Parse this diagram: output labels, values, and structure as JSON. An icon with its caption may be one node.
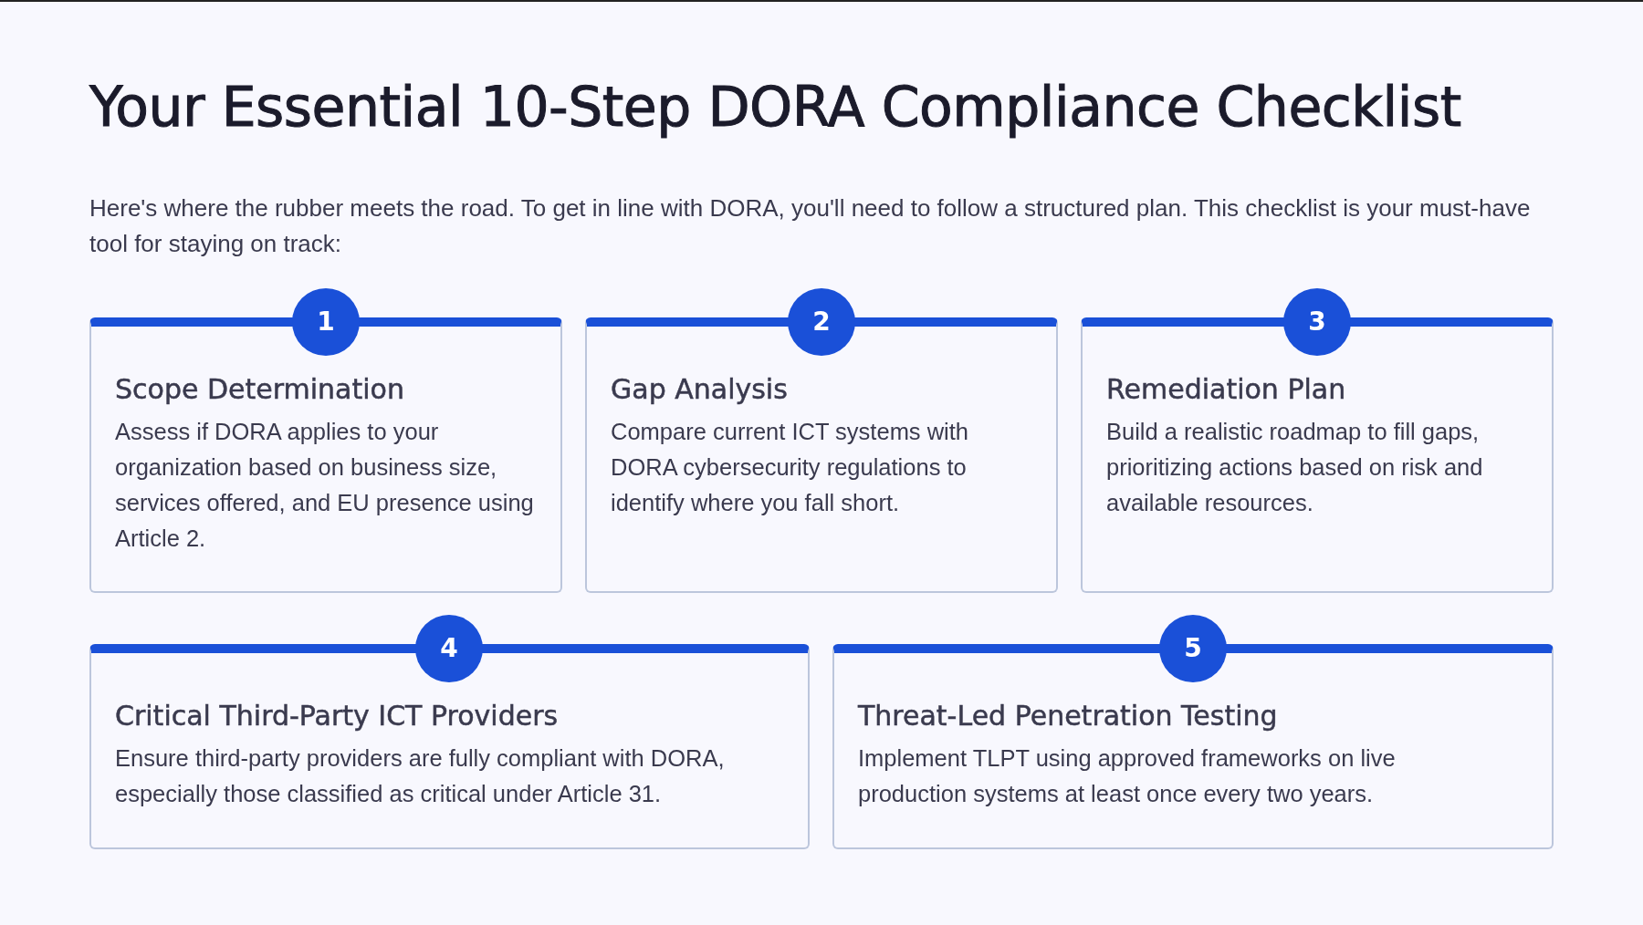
{
  "diagram": {
    "title": "Your Essential 10-Step DORA Compliance Checklist",
    "nodes": [
      {
        "text": [
          "1"
        ]
      },
      {
        "text": [
          "Scope Determination",
          "Assess if DORA applies to your organization based on business size, services offered, and EU presence using Article 2."
        ]
      },
      {
        "text": [
          "2"
        ]
      },
      {
        "text": [
          "Gap Analysis",
          "Compare current ICT systems with DORA cybersecurity regulations to identify where you fall short."
        ]
      },
      {
        "text": [
          "3"
        ]
      },
      {
        "text": [
          "Remediation Plan",
          "Build a realistic roadmap to fill gaps, prioritizing actions based on risk and available resources."
        ]
      },
      {
        "text": [
          "4"
        ]
      },
      {
        "text": [
          "Critical Third-Party ICT Providers",
          "Ensure third-party providers are fully compliant with DORA, especially those classified as critical under Article 31."
        ]
      },
      {
        "text": [
          "5"
        ]
      },
      {
        "text": [
          "Threat-Led Penetration Testing",
          "Implement TLPT using approved frameworks on live production systems at least once every two years."
        ]
      }
    ],
    "labels": [
      "Here's where the rubber meets the road. To get in line with DORA, you'll need to follow a structured plan. This checklist is your must-have tool for staying on track:"
    ]
  }
}
